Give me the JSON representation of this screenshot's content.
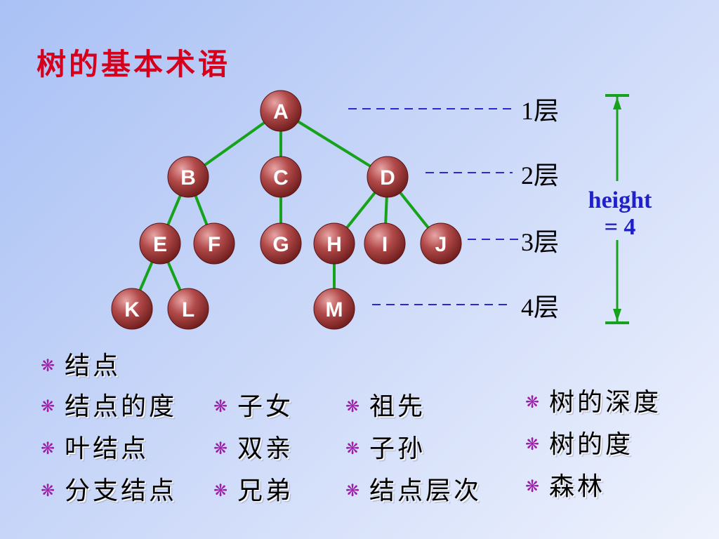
{
  "title": "树的基本术语",
  "nodes": [
    {
      "id": "A",
      "label": "A",
      "level": 1
    },
    {
      "id": "B",
      "label": "B",
      "level": 2
    },
    {
      "id": "C",
      "label": "C",
      "level": 2
    },
    {
      "id": "D",
      "label": "D",
      "level": 2
    },
    {
      "id": "E",
      "label": "E",
      "level": 3
    },
    {
      "id": "F",
      "label": "F",
      "level": 3
    },
    {
      "id": "G",
      "label": "G",
      "level": 3
    },
    {
      "id": "H",
      "label": "H",
      "level": 3
    },
    {
      "id": "I",
      "label": "I",
      "level": 3
    },
    {
      "id": "J",
      "label": "J",
      "level": 3
    },
    {
      "id": "K",
      "label": "K",
      "level": 4
    },
    {
      "id": "L",
      "label": "L",
      "level": 4
    },
    {
      "id": "M",
      "label": "M",
      "level": 4
    }
  ],
  "edges": [
    [
      "A",
      "B"
    ],
    [
      "A",
      "C"
    ],
    [
      "A",
      "D"
    ],
    [
      "B",
      "E"
    ],
    [
      "B",
      "F"
    ],
    [
      "C",
      "G"
    ],
    [
      "D",
      "H"
    ],
    [
      "D",
      "I"
    ],
    [
      "D",
      "J"
    ],
    [
      "E",
      "K"
    ],
    [
      "E",
      "L"
    ],
    [
      "H",
      "M"
    ]
  ],
  "levels": [
    "1层",
    "2层",
    "3层",
    "4层"
  ],
  "height_label": {
    "line1": "height",
    "line2": "= 4"
  },
  "terms": {
    "col1": [
      "结点",
      "结点的度",
      "叶结点",
      "分支结点"
    ],
    "col2": [
      "子女",
      "双亲",
      "兄弟"
    ],
    "col3": [
      "祖先",
      "子孙",
      "结点层次"
    ],
    "col4": [
      "树的深度",
      "树的度",
      "森林"
    ]
  },
  "bullet_icon": "snowflake-icon",
  "colors": {
    "title": "#d6001c",
    "node_fill": "#8b2a2a",
    "edge": "#16a21a",
    "dash": "#2a2ad0",
    "height_text": "#2020c8",
    "bullet": "#9a1fa6"
  }
}
